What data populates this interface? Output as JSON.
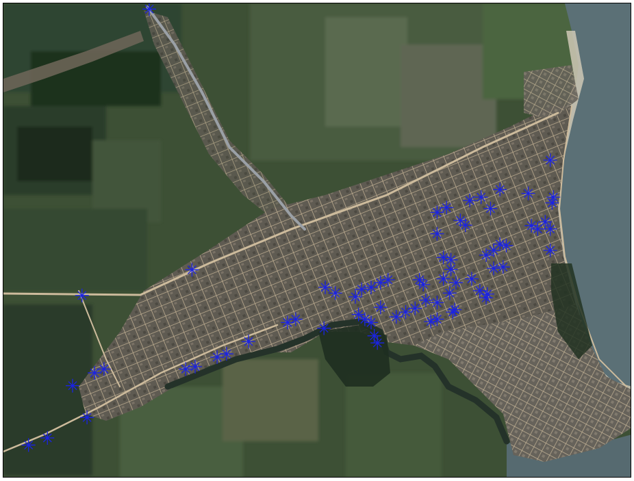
{
  "colors": {
    "frame_border": "#000000",
    "marker": "#1a23e6",
    "farmland": "#3a4d34",
    "dark_forest": "#1f2f1f",
    "field_light": "#5a6a48",
    "town": "#6b6458",
    "road": "#c9b596",
    "water": "#5d7278",
    "river": "#2b3a33",
    "beach": "#d8d2c2"
  },
  "map": {
    "view": "satellite-image",
    "features": [
      "coastal-town",
      "street-grid",
      "main-road",
      "river",
      "lagoon-shore",
      "farmland"
    ],
    "marker_icon": "asterisk-cross-icon"
  },
  "markers": [
    [
      0.232,
      0.012
    ],
    [
      0.3,
      0.561
    ],
    [
      0.125,
      0.615
    ],
    [
      0.11,
      0.805
    ],
    [
      0.145,
      0.778
    ],
    [
      0.16,
      0.77
    ],
    [
      0.04,
      0.93
    ],
    [
      0.07,
      0.915
    ],
    [
      0.133,
      0.872
    ],
    [
      0.29,
      0.77
    ],
    [
      0.305,
      0.765
    ],
    [
      0.34,
      0.745
    ],
    [
      0.355,
      0.738
    ],
    [
      0.39,
      0.712
    ],
    [
      0.452,
      0.672
    ],
    [
      0.465,
      0.665
    ],
    [
      0.51,
      0.684
    ],
    [
      0.512,
      0.598
    ],
    [
      0.528,
      0.61
    ],
    [
      0.56,
      0.618
    ],
    [
      0.57,
      0.602
    ],
    [
      0.585,
      0.598
    ],
    [
      0.6,
      0.588
    ],
    [
      0.612,
      0.582
    ],
    [
      0.565,
      0.655
    ],
    [
      0.575,
      0.665
    ],
    [
      0.585,
      0.672
    ],
    [
      0.59,
      0.7
    ],
    [
      0.595,
      0.715
    ],
    [
      0.6,
      0.64
    ],
    [
      0.625,
      0.66
    ],
    [
      0.64,
      0.65
    ],
    [
      0.655,
      0.642
    ],
    [
      0.672,
      0.625
    ],
    [
      0.69,
      0.63
    ],
    [
      0.71,
      0.61
    ],
    [
      0.718,
      0.645
    ],
    [
      0.69,
      0.665
    ],
    [
      0.68,
      0.67
    ],
    [
      0.668,
      0.592
    ],
    [
      0.662,
      0.582
    ],
    [
      0.7,
      0.58
    ],
    [
      0.712,
      0.56
    ],
    [
      0.745,
      0.58
    ],
    [
      0.758,
      0.605
    ],
    [
      0.77,
      0.612
    ],
    [
      0.768,
      0.62
    ],
    [
      0.78,
      0.558
    ],
    [
      0.715,
      0.65
    ],
    [
      0.72,
      0.588
    ],
    [
      0.7,
      0.535
    ],
    [
      0.712,
      0.54
    ],
    [
      0.69,
      0.44
    ],
    [
      0.705,
      0.43
    ],
    [
      0.742,
      0.415
    ],
    [
      0.76,
      0.408
    ],
    [
      0.775,
      0.432
    ],
    [
      0.727,
      0.457
    ],
    [
      0.735,
      0.467
    ],
    [
      0.69,
      0.485
    ],
    [
      0.768,
      0.53
    ],
    [
      0.78,
      0.52
    ],
    [
      0.79,
      0.507
    ],
    [
      0.8,
      0.51
    ],
    [
      0.795,
      0.555
    ],
    [
      0.84,
      0.468
    ],
    [
      0.85,
      0.475
    ],
    [
      0.862,
      0.46
    ],
    [
      0.87,
      0.475
    ],
    [
      0.87,
      0.52
    ],
    [
      0.873,
      0.42
    ],
    [
      0.875,
      0.408
    ],
    [
      0.79,
      0.392
    ],
    [
      0.835,
      0.4
    ],
    [
      0.87,
      0.33
    ]
  ]
}
